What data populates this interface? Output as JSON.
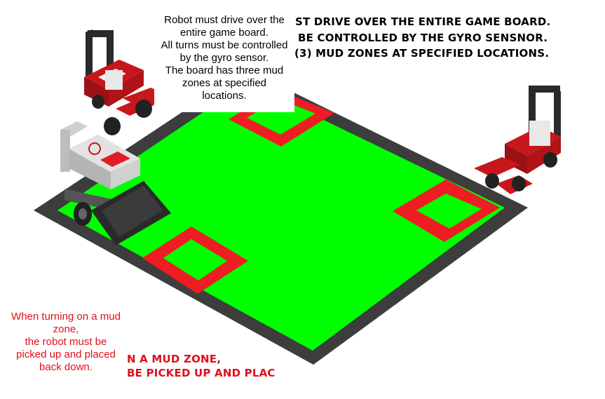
{
  "headings": {
    "line1": "ST DRIVE OVER THE ENTIRE GAME BOARD.",
    "line2": "BE CONTROLLED BY THE GYRO SENSNOR.",
    "line3": "(3) MUD ZONES AT SPECIFIED LOCATIONS.",
    "line4": "N A MUD ZONE,",
    "line5": "BE PICKED UP AND PLAC"
  },
  "top_note": {
    "lines": [
      "Robot must drive over the",
      "entire game board.",
      "All turns must be controlled",
      "by the gyro sensor.",
      "The board has three mud",
      "zones at specified",
      "locations."
    ]
  },
  "bottom_note": {
    "lines": [
      "When turning on a mud",
      "zone,",
      "the robot must be",
      "picked up and placed",
      "back down."
    ]
  },
  "colors": {
    "board_border": "#3d3d3d",
    "field": "#00ff00",
    "mud_zone": "#ef1c24",
    "note_red": "#e0101a",
    "mower_red": "#c8171c"
  },
  "icons": [
    "lawn-mower-icon",
    "lawn-mower-icon",
    "robot-icon"
  ]
}
